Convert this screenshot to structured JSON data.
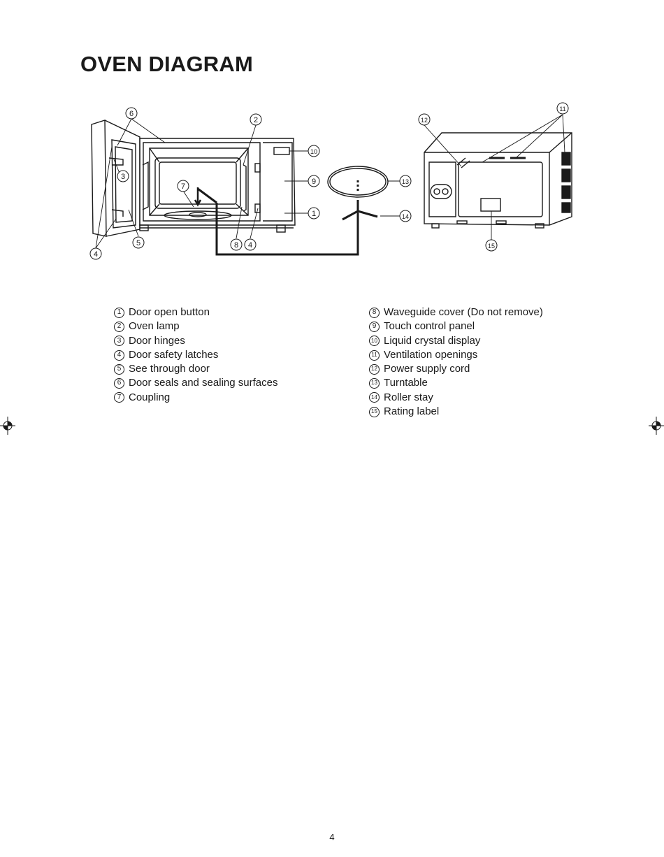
{
  "page": {
    "title": "OVEN DIAGRAM",
    "page_number": "4"
  },
  "callouts": [
    "1",
    "2",
    "3",
    "4",
    "5",
    "6",
    "7",
    "8",
    "9",
    "10",
    "11",
    "12",
    "13",
    "14",
    "15"
  ],
  "legend_left": [
    {
      "num": "1",
      "label": "Door open button"
    },
    {
      "num": "2",
      "label": "Oven lamp"
    },
    {
      "num": "3",
      "label": "Door hinges"
    },
    {
      "num": "4",
      "label": "Door safety latches"
    },
    {
      "num": "5",
      "label": "See through door"
    },
    {
      "num": "6",
      "label": "Door seals and sealing surfaces"
    },
    {
      "num": "7",
      "label": "Coupling"
    }
  ],
  "legend_right": [
    {
      "num": "8",
      "label": "Waveguide cover (Do not remove)"
    },
    {
      "num": "9",
      "label": "Touch control panel"
    },
    {
      "num": "10",
      "label": "Liquid crystal display"
    },
    {
      "num": "11",
      "label": "Ventilation openings"
    },
    {
      "num": "12",
      "label": "Power supply cord"
    },
    {
      "num": "13",
      "label": "Turntable"
    },
    {
      "num": "14",
      "label": "Roller stay"
    },
    {
      "num": "15",
      "label": "Rating label"
    }
  ]
}
